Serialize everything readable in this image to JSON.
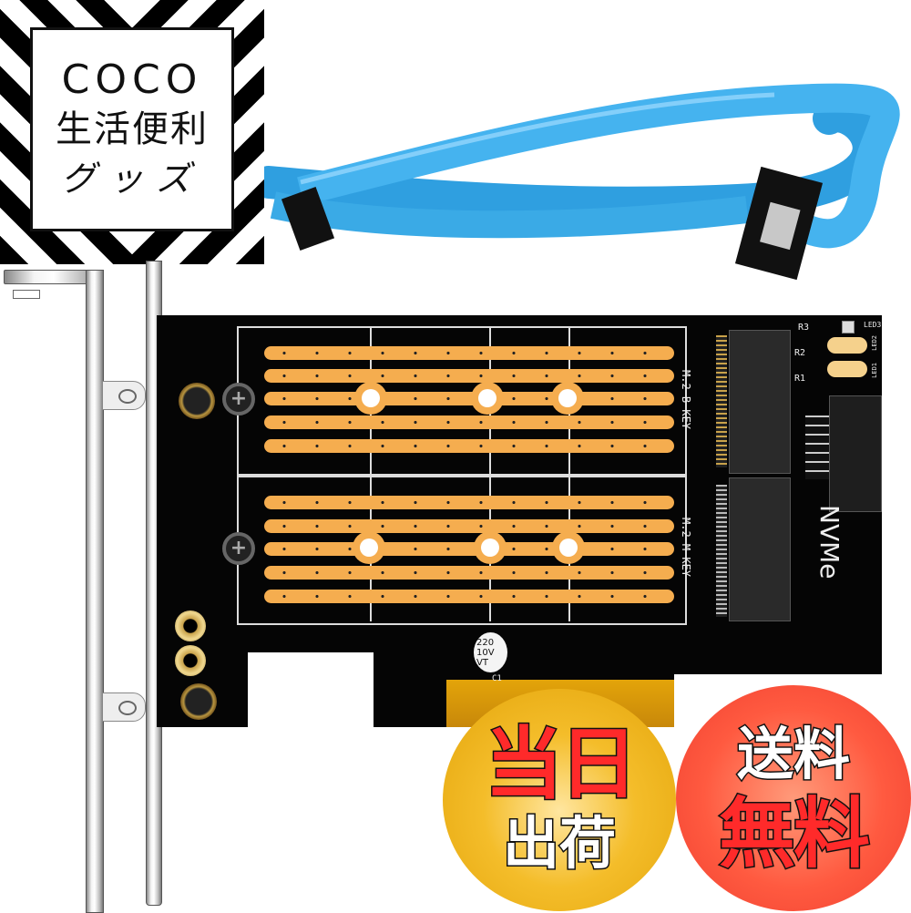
{
  "logo": {
    "line1": "COCO",
    "line2": "生活便利",
    "line3": "グッズ"
  },
  "product": {
    "board_labels": {
      "slot_b": "M.2 B KEY",
      "slot_m": "M.2 M KEY",
      "nvme": "NVMe",
      "r1": "R1",
      "r2": "R2",
      "r3": "R3",
      "led1": "LED1",
      "led2": "LED2",
      "led3": "LED3",
      "capacitor": [
        "220",
        "10V",
        "VT"
      ],
      "capacitor_ref": "C1"
    },
    "colors": {
      "pcb": "#050505",
      "gold_pad": "#f5ad4f",
      "sata_cable": "#3aaae6"
    }
  },
  "badges": {
    "same_day": {
      "line1": "当日",
      "line2": "出荷",
      "color": "#f4bd2a"
    },
    "free_shipping": {
      "line1": "送料",
      "line2": "無料",
      "color": "#ff5a40"
    }
  }
}
